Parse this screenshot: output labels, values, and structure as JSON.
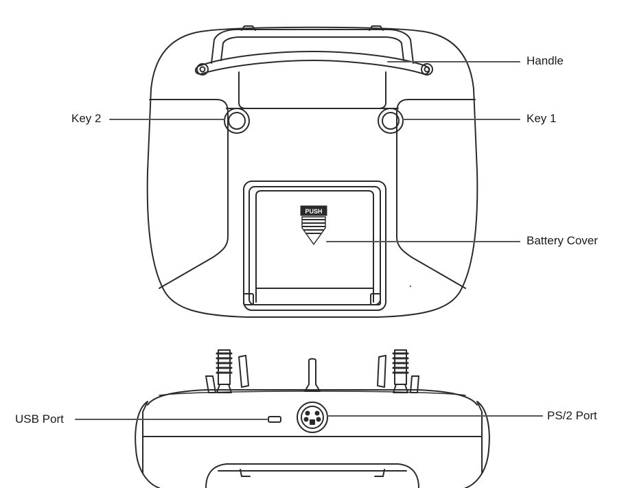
{
  "labels": {
    "handle": "Handle",
    "key2": "Key 2",
    "key1": "Key 1",
    "battery_cover": "Battery Cover",
    "usb_port": "USB Port",
    "ps2_port": "PS/2 Port",
    "push": "PUSH"
  },
  "colors": {
    "outline": "#2a2a2a",
    "leader": "#555555",
    "text": "#1a1a1a",
    "background": "#ffffff"
  }
}
